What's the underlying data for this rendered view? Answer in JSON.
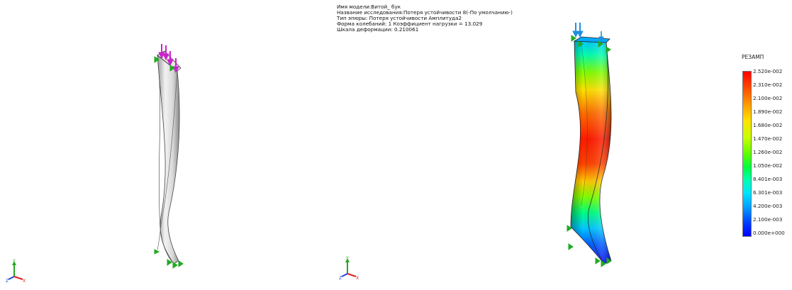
{
  "study_info": {
    "line1": "Имя модели:Витой_ бук",
    "line2": "Название исследования:Потеря устойчивости 8(-По умолчанию-)",
    "line3": "Тип эпюры: Потеря устойчивости Амплитуда2",
    "line4": "Форма колебаний: 1  Коэффициент нагрузки = 13.029",
    "line5": "Шкала деформации: 0.210061"
  },
  "legend": {
    "title": "РЕЗАМП",
    "labels": [
      "2.520e-002",
      "2.310e-002",
      "2.100e-002",
      "1.890e-002",
      "1.680e-002",
      "1.470e-002",
      "1.260e-002",
      "1.050e-002",
      "8.401e-003",
      "6.301e-003",
      "4.200e-003",
      "2.100e-003",
      "0.000e+000"
    ]
  },
  "triad": {
    "x_label": "X",
    "y_label": "Y",
    "z_label": "Z"
  },
  "colors": {
    "load_arrow_left": "#cc22cc",
    "load_arrow_right": "#1f8fe0",
    "fixture_green": "#22aa22",
    "max_red": "#ff0000",
    "min_blue": "#0000ff"
  },
  "icons": [
    "load-arrow-icon",
    "fixture-arrow-icon",
    "coordinate-triad-icon"
  ]
}
